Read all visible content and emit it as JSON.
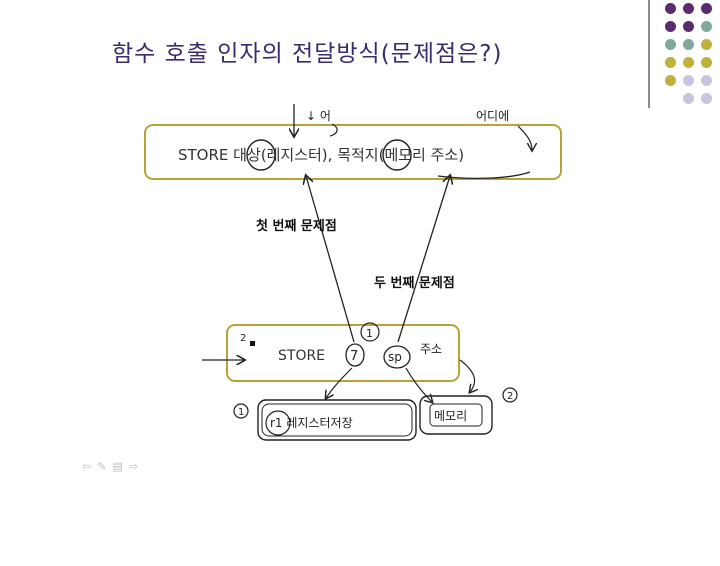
{
  "slide": {
    "title": "함수 호출 인자의 전달방식(문제점은?)",
    "top_instruction": "STORE  대상(레지스터),  목적지(메모리 주소)",
    "annotation_what": "↓ 어",
    "annotation_where": "어디에",
    "label_first_problem": "첫 번째 문제점",
    "label_second_problem": "두 번째 문제점",
    "bottom_store": "STORE",
    "bottom_arg1": "7",
    "bottom_arg2": "sp",
    "bottom_arg2_note": "주소",
    "marker_1": "1",
    "marker_2": "2",
    "marker_left": "2",
    "box_register": "r1 레지스터저장",
    "box_memory": "메모리"
  },
  "colors": {
    "title": "#3b2a6e",
    "box_border": "#b8a23a",
    "dot_purple": "#5a2b6e",
    "dot_teal": "#7fa99a",
    "dot_olive": "#c0b13a",
    "dot_lavender": "#c9c3e0"
  },
  "toolbar": [
    "back-icon",
    "pen-icon",
    "menu-icon",
    "forward-icon"
  ]
}
